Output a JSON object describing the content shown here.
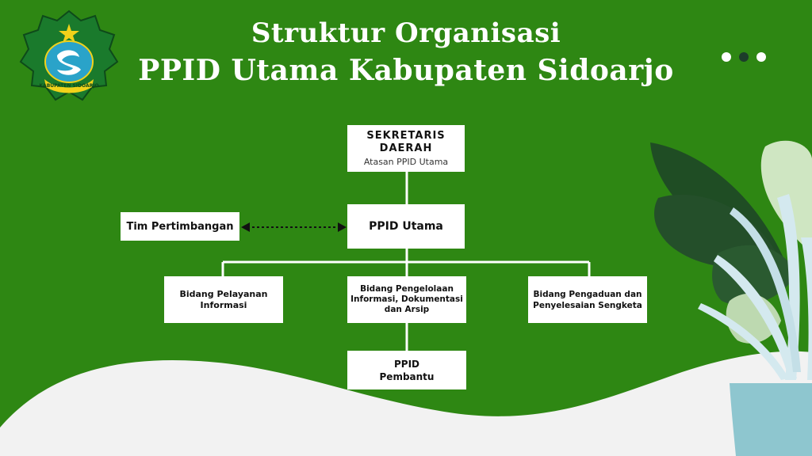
{
  "header": {
    "title_line1": "Struktur Organisasi",
    "title_line2": "PPID Utama Kabupaten Sidoarjo"
  },
  "logo": {
    "caption": "KABUPATEN SIDOARJO"
  },
  "pager_dots": {
    "count": 3,
    "active_index": 1
  },
  "org_chart": {
    "sekda": {
      "title": "SEKRETARIS DAERAH",
      "subtitle": "Atasan PPID Utama"
    },
    "ppid_utama": {
      "title": "PPID Utama"
    },
    "tim_pertimbangan": {
      "title": "Tim Pertimbangan"
    },
    "bidang": [
      {
        "title": "Bidang Pelayanan Informasi"
      },
      {
        "title": "Bidang Pengelolaan Informasi, Dokumentasi dan Arsip"
      },
      {
        "title": "Bidang Pengaduan dan Penyelesaian Sengketa"
      }
    ],
    "ppid_pembantu": {
      "title": "PPID Pembantu"
    }
  },
  "colors": {
    "background": "#2e8713",
    "box": "#ffffff",
    "connector": "#ffffff",
    "dashed_link": "#111111",
    "bottom_wave": "#f2f2f2",
    "pot": "#8ec6cf",
    "leaf_dark": "#1f4d24",
    "leaf_light": "#cfe6c2",
    "leaf_pale": "#d4e9ef",
    "dot_light": "#ffffff",
    "dot_dark": "#1c3d2a"
  }
}
